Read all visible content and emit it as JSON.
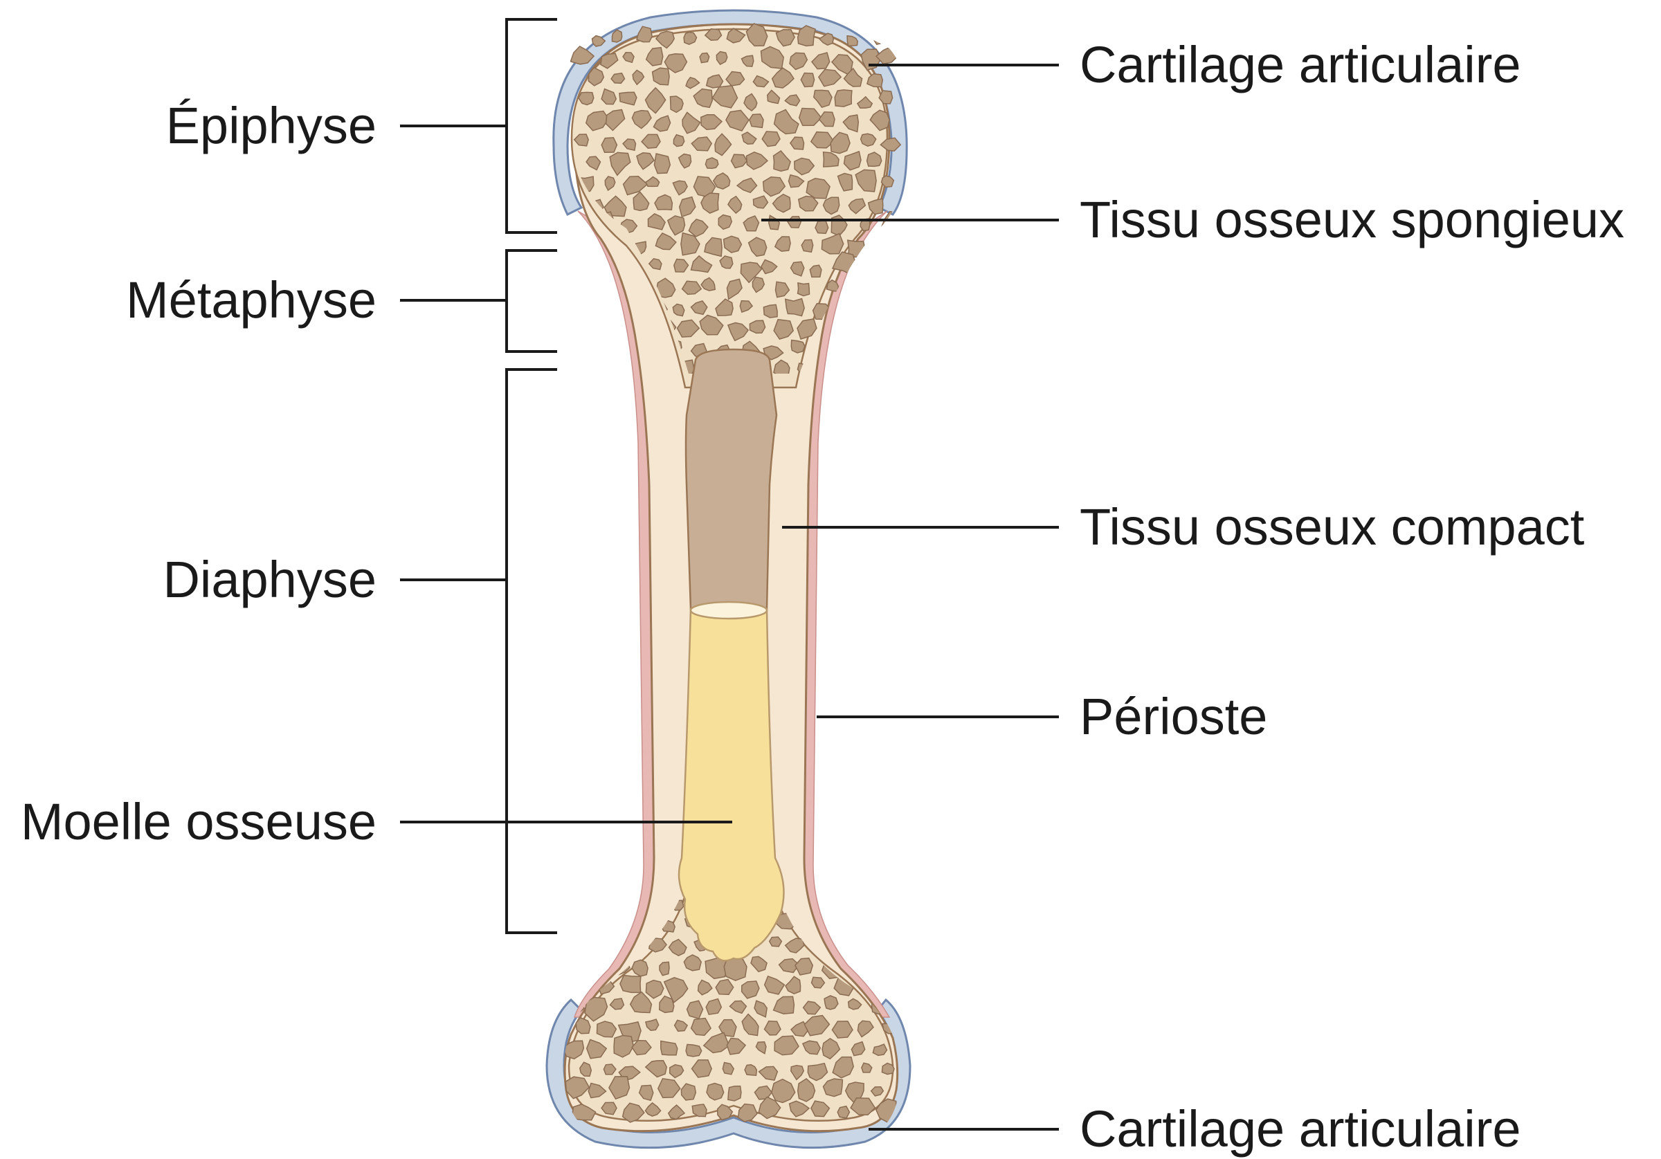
{
  "labels": {
    "epiphyse": "Épiphyse",
    "metaphyse": "Métaphyse",
    "diaphyse": "Diaphyse",
    "moelle": "Moelle osseuse",
    "cartilage_top": "Cartilage articulaire",
    "spongieux": "Tissu osseux spongieux",
    "compact": "Tissu osseux compact",
    "perioste": "Périoste",
    "cartilage_bottom": "Cartilage articulaire"
  },
  "colors": {
    "cartilage": "#c9d6e6",
    "cartilage_stroke": "#6f86ad",
    "periosteum": "#e8b8b4",
    "compact_bone": "#f6e7d3",
    "bone_outline": "#9a7654",
    "spongy_fill": "#efe0c6",
    "trabecula_hole": "#b79b7f",
    "medullary_cavity": "#c7ae95",
    "marrow": "#f7e19a",
    "leader": "#1a1a1a"
  }
}
